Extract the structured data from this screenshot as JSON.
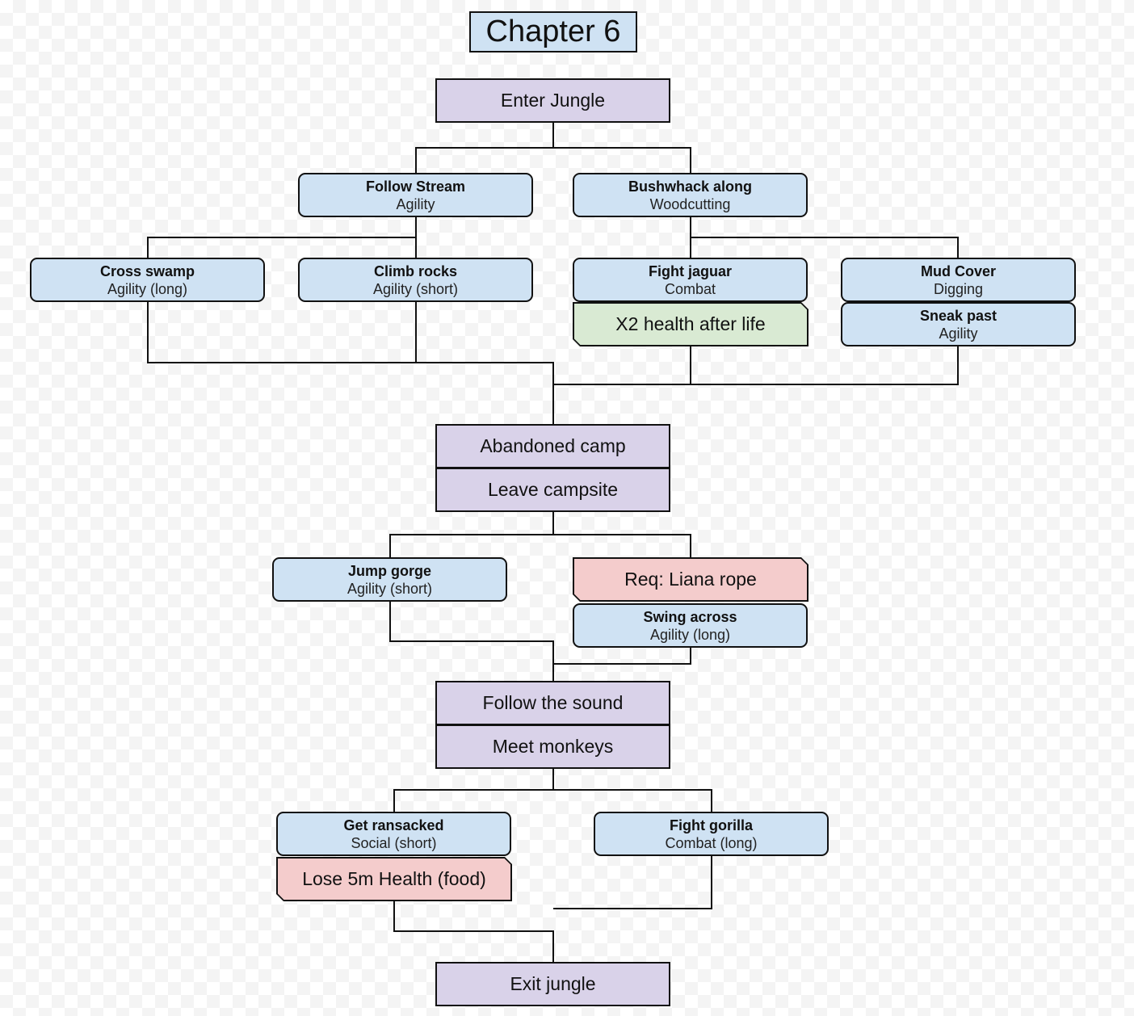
{
  "diagram": {
    "title": "Chapter 6",
    "colors": {
      "title_fill": "#cfe2f3",
      "event_fill": "#d9d2e9",
      "choice_fill": "#cfe2f3",
      "bonus_fill": "#d9ead3",
      "penalty_fill": "#f4cccc",
      "line": "#111111"
    },
    "nodes": {
      "enter_jungle": "Enter Jungle",
      "follow_stream": {
        "title": "Follow Stream",
        "skill": "Agility"
      },
      "bushwhack_along": {
        "title": "Bushwhack along",
        "skill": "Woodcutting"
      },
      "cross_swamp": {
        "title": "Cross swamp",
        "skill": "Agility (long)"
      },
      "climb_rocks": {
        "title": "Climb rocks",
        "skill": "Agility (short)"
      },
      "fight_jaguar": {
        "title": "Fight jaguar",
        "skill": "Combat"
      },
      "x2_health": "X2 health after life",
      "mud_cover": {
        "title": "Mud Cover",
        "skill": "Digging"
      },
      "sneak_past": {
        "title": "Sneak past",
        "skill": "Agility"
      },
      "abandoned_camp": "Abandoned camp",
      "leave_campsite": "Leave campsite",
      "jump_gorge": {
        "title": "Jump gorge",
        "skill": "Agility (short)"
      },
      "req_liana_rope": "Req: Liana rope",
      "swing_across": {
        "title": "Swing across",
        "skill": "Agility (long)"
      },
      "follow_the_sound": "Follow the sound",
      "meet_monkeys": "Meet monkeys",
      "get_ransacked": {
        "title": "Get ransacked",
        "skill": "Social (short)"
      },
      "lose_health": "Lose 5m Health (food)",
      "fight_gorilla": {
        "title": "Fight gorilla",
        "skill": "Combat (long)"
      },
      "exit_jungle": "Exit jungle"
    },
    "edges": [
      [
        "Enter Jungle",
        "Follow Stream"
      ],
      [
        "Enter Jungle",
        "Bushwhack along"
      ],
      [
        "Follow Stream",
        "Cross swamp"
      ],
      [
        "Follow Stream",
        "Climb rocks"
      ],
      [
        "Bushwhack along",
        "Fight jaguar"
      ],
      [
        "Bushwhack along",
        "Mud Cover"
      ],
      [
        "Cross swamp",
        "Abandoned camp"
      ],
      [
        "Climb rocks",
        "Abandoned camp"
      ],
      [
        "X2 health after life",
        "Abandoned camp"
      ],
      [
        "Sneak past",
        "Abandoned camp"
      ],
      [
        "Leave campsite",
        "Jump gorge"
      ],
      [
        "Leave campsite",
        "Req: Liana rope"
      ],
      [
        "Jump gorge",
        "Follow the sound"
      ],
      [
        "Swing across",
        "Follow the sound"
      ],
      [
        "Meet monkeys",
        "Get ransacked"
      ],
      [
        "Meet monkeys",
        "Fight gorilla"
      ],
      [
        "Lose 5m Health (food)",
        "Exit jungle"
      ],
      [
        "Fight gorilla",
        "Exit jungle"
      ]
    ]
  }
}
